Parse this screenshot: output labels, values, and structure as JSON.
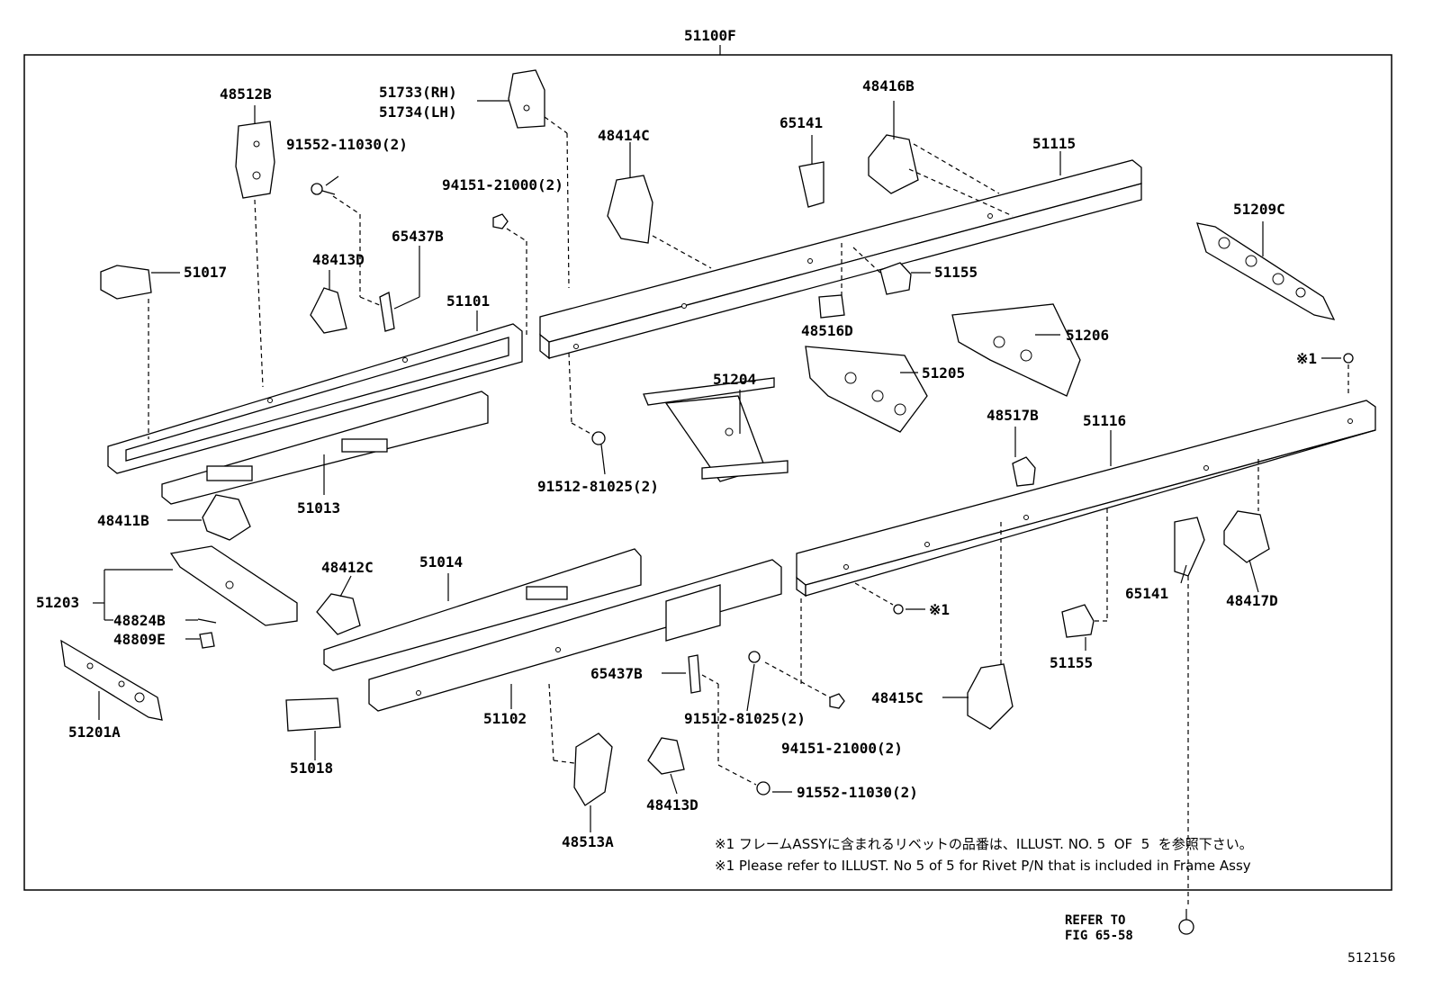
{
  "diagram": {
    "assembly_label": "51100F",
    "figure_number": "512156",
    "parts": {
      "p48512B": "48512B",
      "p51733": "51733(RH)",
      "p51734": "51734(LH)",
      "p91552_top": "91552-11030(2)",
      "p48414C": "48414C",
      "p65141_top": "65141",
      "p48416B": "48416B",
      "p51115": "51115",
      "p94151_top": "94151-21000(2)",
      "p65437B_top": "65437B",
      "p48413D_top": "48413D",
      "p51017": "51017",
      "p51101": "51101",
      "p51155_top": "51155",
      "p48516D": "48516D",
      "p51209C": "51209C",
      "p51206": "51206",
      "p51205": "51205",
      "p51204": "51204",
      "p91512_top": "91512-81025(2)",
      "p51013": "51013",
      "p48411B": "48411B",
      "p48517B": "48517B",
      "p51116": "51116",
      "p_rivet_top": "※1",
      "p51203": "51203",
      "p48824B": "48824B",
      "p48809E": "48809E",
      "p48412C": "48412C",
      "p51014": "51014",
      "p65141_bot": "65141",
      "p48417D": "48417D",
      "p_rivet_mid": "※1",
      "p51201A": "51201A",
      "p51155_bot": "51155",
      "p65437B_bot": "65437B",
      "p51102": "51102",
      "p91512_bot": "91512-81025(2)",
      "p48415C": "48415C",
      "p94151_bot": "94151-21000(2)",
      "p51018": "51018",
      "p91552_bot": "91552-11030(2)",
      "p48413D_bot": "48413D",
      "p48513A": "48513A"
    },
    "notes": {
      "jp": "※1 フレームASSYに含まれるリベットの品番は、ILLUST. NO. 5  OF  5  を参照下さい。",
      "en": "※1 Please refer to ILLUST. No 5 of 5 for Rivet P/N that is included in Frame Assy"
    },
    "refer": {
      "line1": "REFER TO",
      "line2": "FIG 65-58"
    }
  }
}
